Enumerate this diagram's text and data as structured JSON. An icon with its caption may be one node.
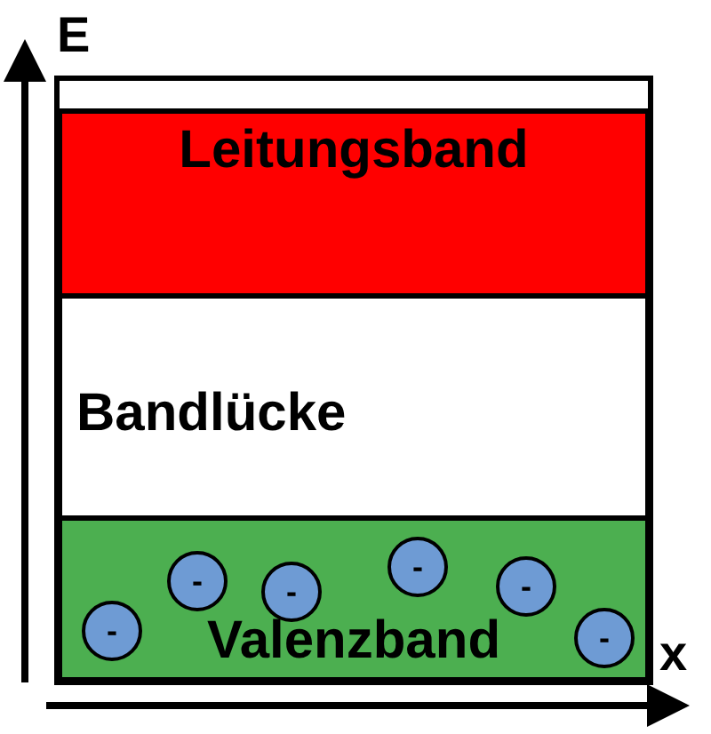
{
  "diagram": {
    "nodes": [
      {
        "text": [
          "Leitungsband"
        ]
      },
      {
        "text": [
          "Bandlücke"
        ]
      },
      {
        "text": [
          "Valenzband"
        ]
      },
      {
        "text": [
          "-"
        ],
        "in": 2
      },
      {
        "text": [
          "-"
        ],
        "in": 2
      },
      {
        "text": [
          "-"
        ],
        "in": 2
      },
      {
        "text": [
          "-"
        ],
        "in": 2
      },
      {
        "text": [
          "-"
        ],
        "in": 2
      },
      {
        "text": [
          "-"
        ],
        "in": 2
      }
    ],
    "labels": [
      "E",
      "x"
    ]
  }
}
